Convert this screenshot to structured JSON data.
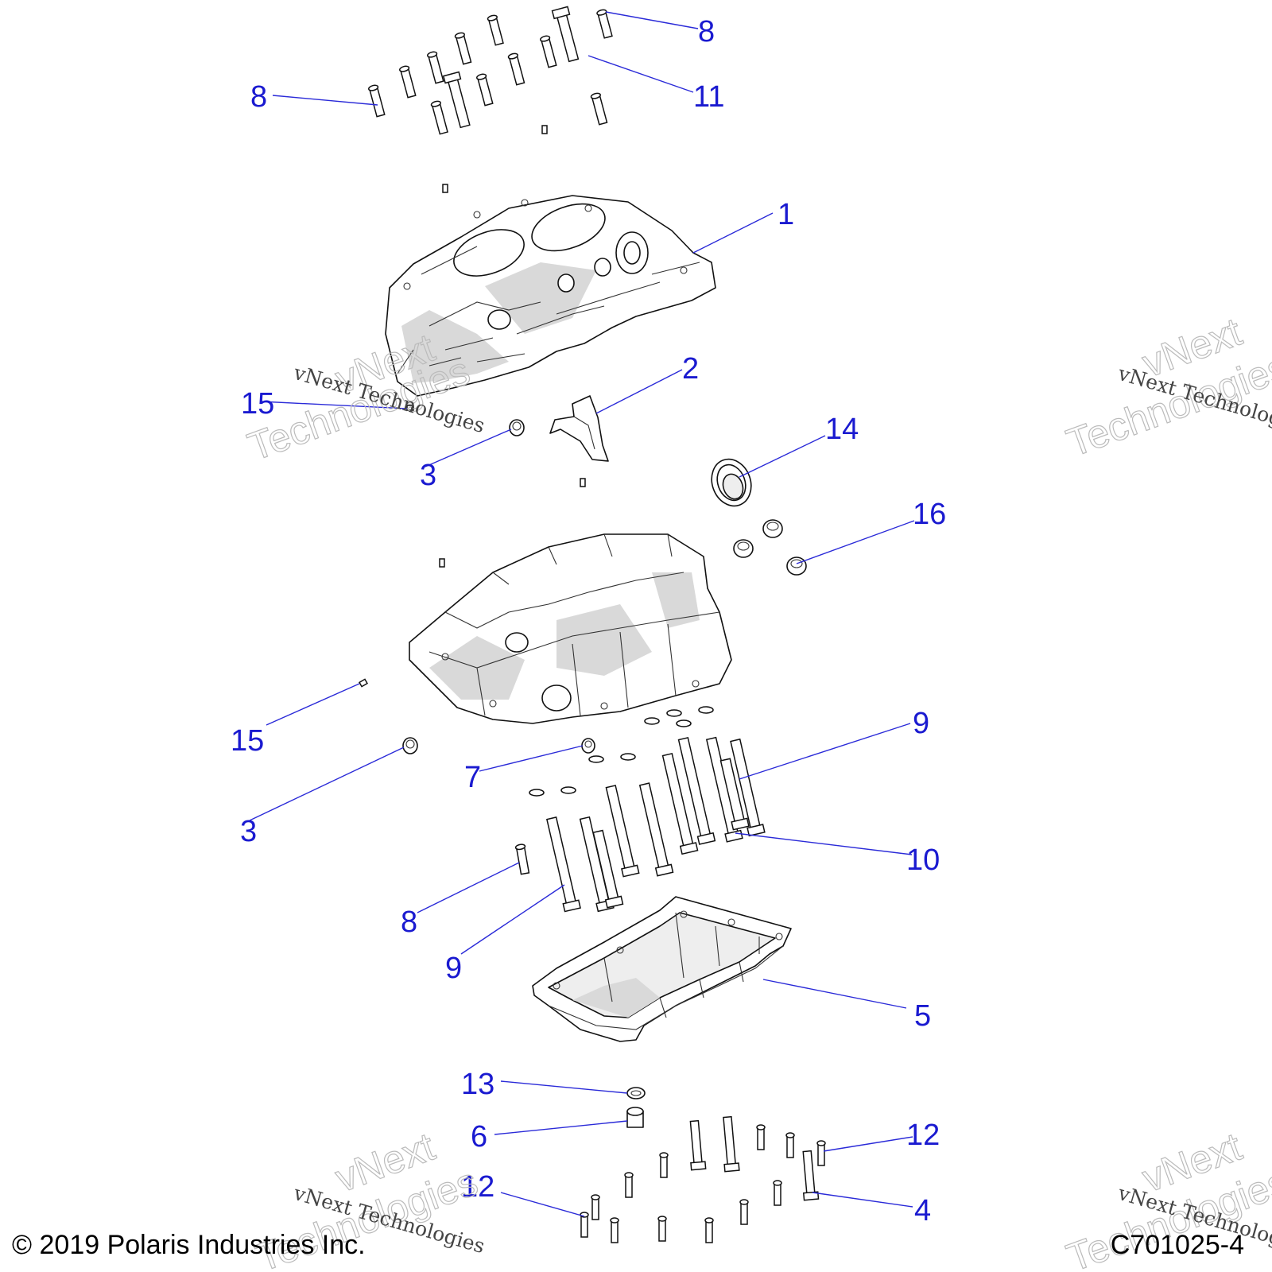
{
  "diagram": {
    "callouts": {
      "c1": "1",
      "c2": "2",
      "c3a": "3",
      "c3b": "3",
      "c4": "4",
      "c5": "5",
      "c6": "6",
      "c7": "7",
      "c8a": "8",
      "c8b": "8",
      "c8c": "8",
      "c9a": "9",
      "c9b": "9",
      "c10": "10",
      "c11": "11",
      "c12a": "12",
      "c12b": "12",
      "c13": "13",
      "c14": "14",
      "c15a": "15",
      "c15b": "15",
      "c16": "16"
    },
    "watermark": {
      "line_text": "vNext Technologies",
      "hollow_top": "vNext",
      "hollow_bottom": "Technologies"
    }
  },
  "footer": {
    "copyright": "© 2019 Polaris Industries Inc.",
    "drawing_number": "C701025-4"
  }
}
